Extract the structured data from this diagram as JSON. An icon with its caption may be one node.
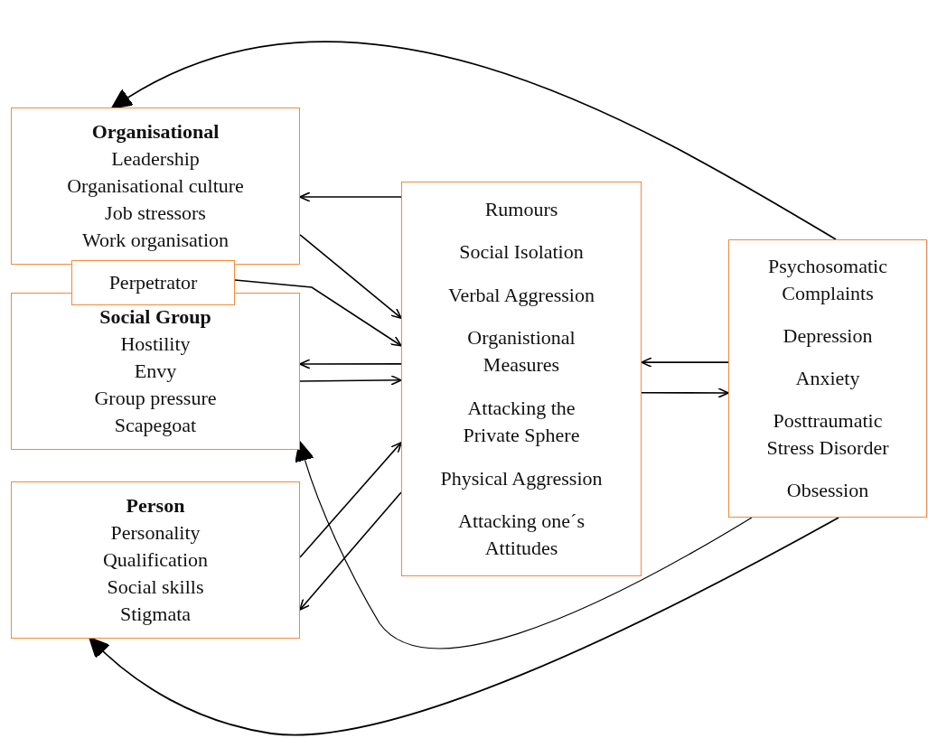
{
  "diagram": {
    "nodes": [
      {
        "text": [
          "Organisational",
          "Leadership",
          "Organisational culture",
          "Job stressors",
          "Work organisation"
        ]
      },
      {
        "text": [
          "Perpetrator"
        ]
      },
      {
        "text": [
          "Social Group",
          "Hostility",
          "Envy",
          "Group pressure",
          "Scapegoat"
        ]
      },
      {
        "text": [
          "Person",
          "Personality",
          "Qualification",
          "Social skills",
          "Stigmata"
        ]
      },
      {
        "text": [
          "Rumours",
          "Social Isolation",
          "Verbal Aggression",
          "Organistional Measures",
          "Attacking the Private Sphere",
          "Physical Aggression",
          "Attacking one´s Attitudes"
        ]
      },
      {
        "text": [
          "Psychosomatic Complaints",
          "Depression",
          "Anxiety",
          "Posttraumatic Stress Disorder",
          "Obsession"
        ]
      }
    ],
    "edges": [
      {
        "from": 4,
        "to": 0,
        "arrow": "to"
      },
      {
        "from": 0,
        "to": 4,
        "arrow": "to"
      },
      {
        "from": 1,
        "to": 4,
        "arrow": "to"
      },
      {
        "from": 4,
        "to": 2,
        "arrow": "to"
      },
      {
        "from": 2,
        "to": 4,
        "arrow": "to"
      },
      {
        "from": 3,
        "to": 4,
        "arrow": "to"
      },
      {
        "from": 4,
        "to": 3,
        "arrow": "to"
      },
      {
        "from": 5,
        "to": 4,
        "arrow": "to"
      },
      {
        "from": 4,
        "to": 5,
        "arrow": "to"
      },
      {
        "from": 5,
        "to": 0,
        "arrow": "to"
      },
      {
        "from": 5,
        "to": 2,
        "arrow": "to"
      },
      {
        "from": 5,
        "to": 3,
        "arrow": "to"
      }
    ]
  }
}
